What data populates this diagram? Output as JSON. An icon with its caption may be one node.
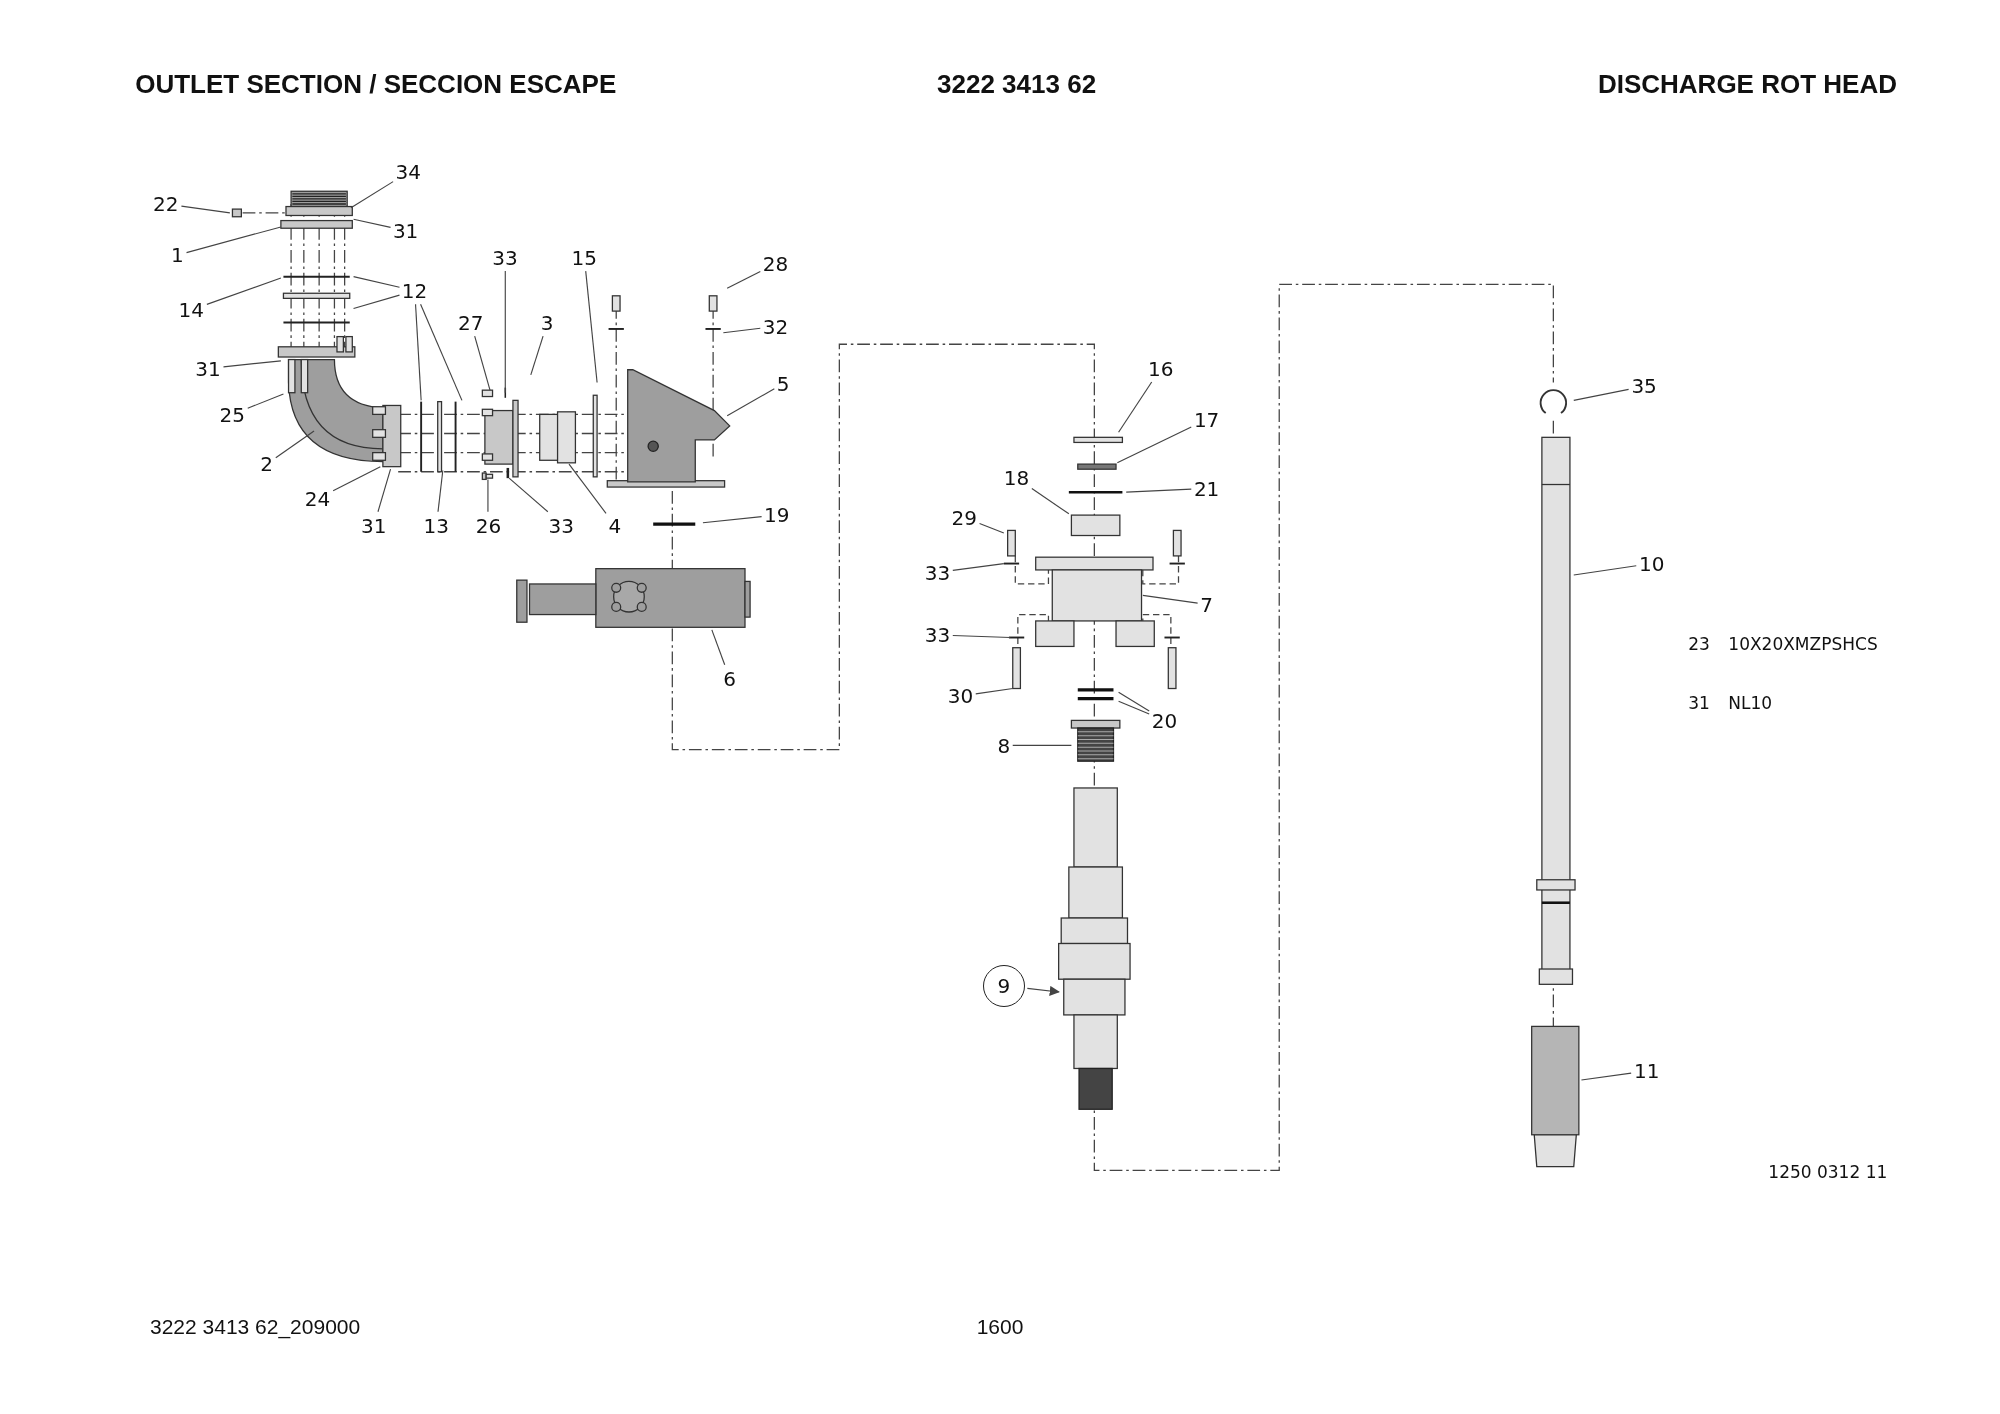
{
  "diagram": {
    "title": "OUTLET SECTION / SECCION ESCAPE",
    "nodes": [
      {
        "text": [
          "34"
        ]
      },
      {
        "text": [
          "22"
        ]
      },
      {
        "text": [
          "31"
        ]
      },
      {
        "text": [
          "1"
        ]
      },
      {
        "text": [
          "12"
        ]
      },
      {
        "text": [
          "14"
        ]
      },
      {
        "text": [
          "31"
        ]
      },
      {
        "text": [
          "25"
        ]
      },
      {
        "text": [
          "2"
        ]
      },
      {
        "text": [
          "24"
        ]
      },
      {
        "text": [
          "31"
        ]
      },
      {
        "text": [
          "13"
        ]
      },
      {
        "text": [
          "26"
        ]
      },
      {
        "text": [
          "33"
        ]
      },
      {
        "text": [
          "4"
        ]
      },
      {
        "text": [
          "27"
        ]
      },
      {
        "text": [
          "33"
        ]
      },
      {
        "text": [
          "3"
        ]
      },
      {
        "text": [
          "15"
        ]
      },
      {
        "text": [
          "28"
        ]
      },
      {
        "text": [
          "32"
        ]
      },
      {
        "text": [
          "5"
        ]
      },
      {
        "text": [
          "19"
        ]
      },
      {
        "text": [
          "6"
        ]
      },
      {
        "text": [
          "16"
        ]
      },
      {
        "text": [
          "17"
        ]
      },
      {
        "text": [
          "21"
        ]
      },
      {
        "text": [
          "18"
        ]
      },
      {
        "text": [
          "29"
        ]
      },
      {
        "text": [
          "33"
        ]
      },
      {
        "text": [
          "7"
        ]
      },
      {
        "text": [
          "33"
        ]
      },
      {
        "text": [
          "30"
        ]
      },
      {
        "text": [
          "20"
        ]
      },
      {
        "text": [
          "8"
        ]
      },
      {
        "text": [
          "9"
        ]
      },
      {
        "text": [
          "35"
        ]
      },
      {
        "text": [
          "10"
        ]
      },
      {
        "text": [
          "11"
        ]
      },
      {
        "text": [],
        "shape": "bar"
      },
      {
        "text": [],
        "shape": "picture"
      },
      {
        "text": [],
        "shape": "picture"
      }
    ],
    "edges": [
      {
        "from": 0,
        "to": null,
        "arrow": "none"
      },
      {
        "from": 1,
        "to": null,
        "arrow": "none"
      },
      {
        "from": 2,
        "to": null,
        "arrow": "none"
      },
      {
        "from": 3,
        "to": null,
        "arrow": "none"
      },
      {
        "from": 4,
        "to": null,
        "arrow": "none"
      },
      {
        "from": 4,
        "to": null,
        "arrow": "none"
      },
      {
        "from": 4,
        "to": null,
        "arrow": "none"
      },
      {
        "from": 4,
        "to": null,
        "arrow": "none"
      },
      {
        "from": 5,
        "to": null,
        "arrow": "none"
      },
      {
        "from": 6,
        "to": null,
        "arrow": "none"
      },
      {
        "from": 7,
        "to": null,
        "arrow": "none"
      },
      {
        "from": 8,
        "to": null,
        "arrow": "none"
      },
      {
        "from": 9,
        "to": null,
        "arrow": "none"
      },
      {
        "from": 10,
        "to": null,
        "arrow": "none"
      },
      {
        "from": 11,
        "to": null,
        "arrow": "none"
      },
      {
        "from": 12,
        "to": 41,
        "arrow": "none"
      },
      {
        "from": 13,
        "to": 39,
        "arrow": "none"
      },
      {
        "from": 14,
        "to": null,
        "arrow": "none"
      },
      {
        "from": 15,
        "to": null,
        "arrow": "none"
      },
      {
        "from": 16,
        "to": null,
        "arrow": "none"
      },
      {
        "from": 17,
        "to": null,
        "arrow": "none"
      },
      {
        "from": 18,
        "to": null,
        "arrow": "none"
      },
      {
        "from": 19,
        "to": null,
        "arrow": "none"
      },
      {
        "from": 20,
        "to": null,
        "arrow": "none"
      },
      {
        "from": 21,
        "to": null,
        "arrow": "none"
      },
      {
        "from": 22,
        "to": null,
        "arrow": "none"
      },
      {
        "from": 23,
        "to": null,
        "arrow": "none"
      },
      {
        "from": 24,
        "to": null,
        "arrow": "none"
      },
      {
        "from": 25,
        "to": null,
        "arrow": "none"
      },
      {
        "from": 26,
        "to": null,
        "arrow": "none"
      },
      {
        "from": 27,
        "to": null,
        "arrow": "none"
      },
      {
        "from": 28,
        "to": null,
        "arrow": "none"
      },
      {
        "from": 29,
        "to": null,
        "arrow": "none"
      },
      {
        "from": 30,
        "to": null,
        "arrow": "none"
      },
      {
        "from": 31,
        "to": null,
        "arrow": "none"
      },
      {
        "from": 32,
        "to": null,
        "arrow": "none"
      },
      {
        "from": 33,
        "to": null,
        "arrow": "none"
      },
      {
        "from": 33,
        "to": null,
        "arrow": "none"
      },
      {
        "from": 34,
        "to": 40,
        "arrow": "none"
      },
      {
        "from": 35,
        "to": null,
        "arrow": "to"
      },
      {
        "from": 36,
        "to": null,
        "arrow": "none"
      },
      {
        "from": 37,
        "to": null,
        "arrow": "none"
      },
      {
        "from": 38,
        "to": null,
        "arrow": "none"
      }
    ],
    "labels": [
      "3222 3413 62",
      "DISCHARGE ROT HEAD",
      "23",
      "10X20XMZPSHCS",
      "31",
      "NL10",
      "1250 0312 11",
      "3222 3413 62_209000",
      "1600"
    ]
  }
}
